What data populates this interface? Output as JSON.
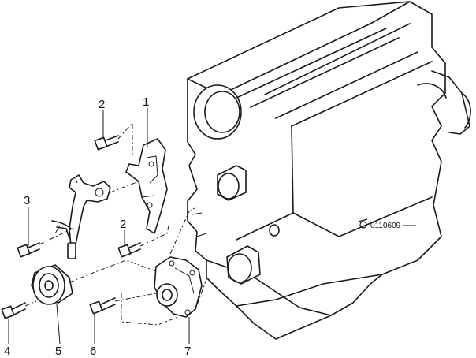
{
  "diagram": {
    "reference_code": "0110609",
    "callouts": [
      {
        "id": "c1",
        "label": "1"
      },
      {
        "id": "c2a",
        "label": "2"
      },
      {
        "id": "c2b",
        "label": "2"
      },
      {
        "id": "c3",
        "label": "3"
      },
      {
        "id": "c4",
        "label": "4"
      },
      {
        "id": "c5",
        "label": "5"
      },
      {
        "id": "c6",
        "label": "6"
      },
      {
        "id": "c7",
        "label": "7"
      }
    ]
  }
}
